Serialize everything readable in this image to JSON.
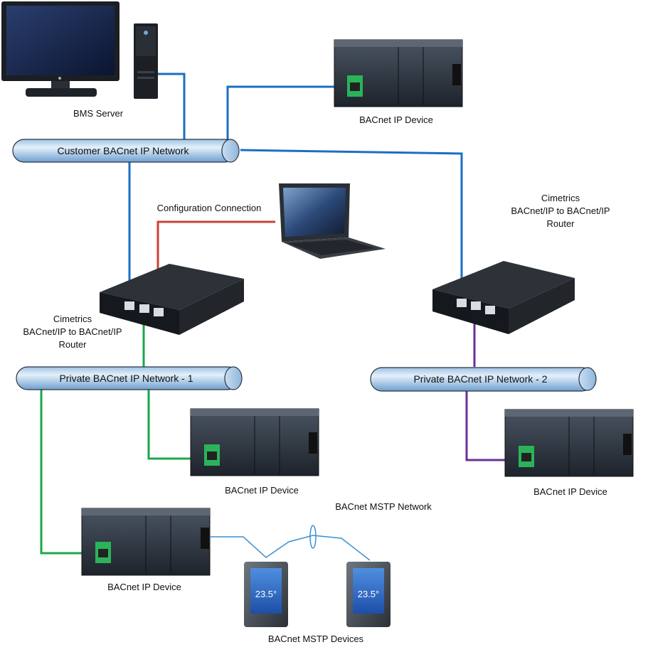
{
  "labels": {
    "bms_server": "BMS Server",
    "bacnet_ip_device": "BACnet IP Device",
    "config_connection": "Configuration Connection",
    "router_line1": "Cimetrics",
    "router_line2": "BACnet/IP to BACnet/IP",
    "router_line3": "Router",
    "mstp_network": "BACnet MSTP Network",
    "mstp_devices": "BACnet MSTP Devices"
  },
  "networks": {
    "customer": "Customer BACnet IP Network",
    "private1": "Private BACnet IP Network - 1",
    "private2": "Private BACnet IP Network - 2"
  },
  "thermostat": {
    "reading": "23.5°"
  },
  "colors": {
    "customer_link": "#1a6fc4",
    "private1_link": "#1aa84a",
    "private2_link": "#6b2f9a",
    "config_link": "#c8423a",
    "mstp_link": "#3a8fd0"
  }
}
